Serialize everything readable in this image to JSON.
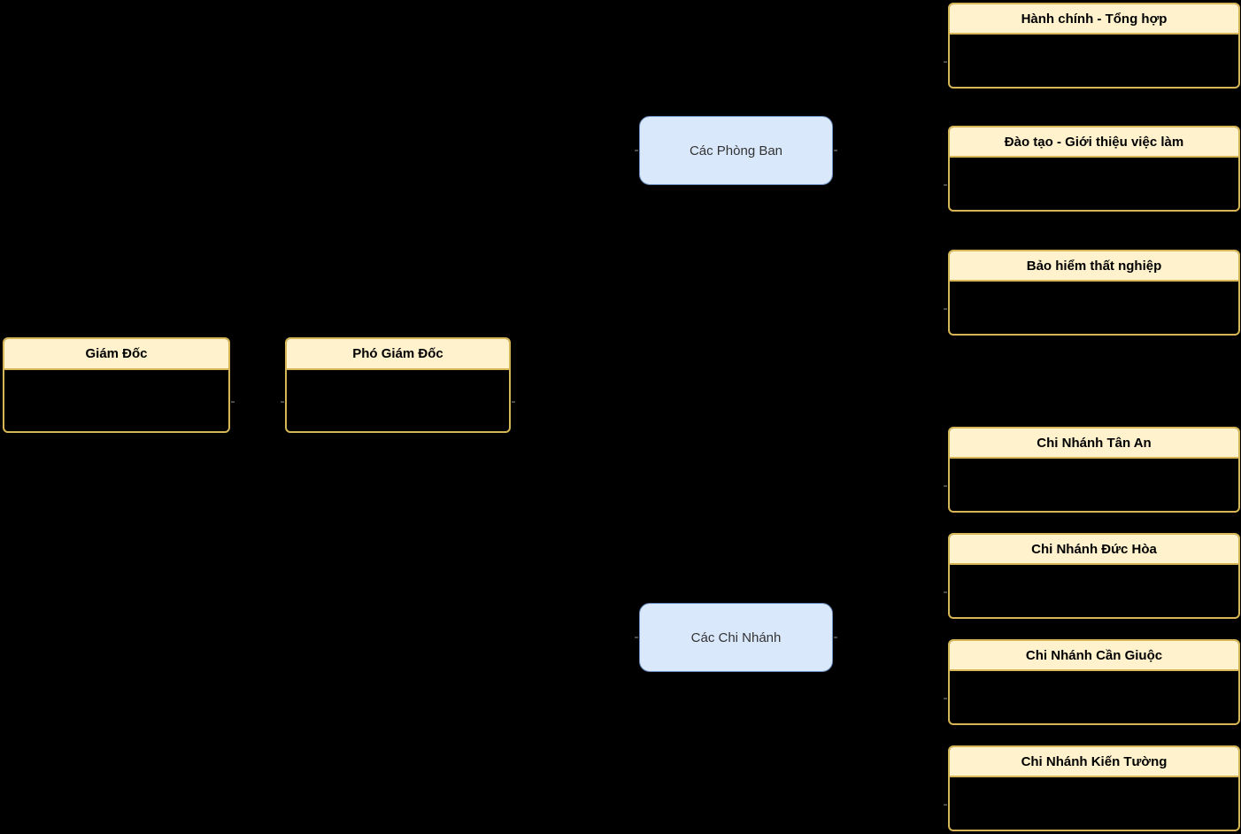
{
  "diagram": {
    "background": "#000000",
    "palette": {
      "yellow_fill": "#fff2cc",
      "yellow_border": "#d6b656",
      "blue_fill": "#dae8fc",
      "blue_border": "#6c8ebf",
      "header_text": "#000000",
      "blue_text": "#333333",
      "bg": "#000000"
    },
    "nodes": {
      "giam_doc": {
        "label": "Giám Đốc"
      },
      "pho_giam_doc": {
        "label": "Phó Giám Đốc"
      },
      "cac_phong_ban": {
        "label": "Các Phòng Ban"
      },
      "cac_chi_nhanh": {
        "label": "Các Chi Nhánh"
      },
      "hanh_chinh": {
        "label": "Hành chính - Tổng hợp"
      },
      "dao_tao": {
        "label": "Đào tạo - Giới thiệu việc làm"
      },
      "bao_hiem": {
        "label": "Bảo hiểm thất nghiệp"
      },
      "tan_an": {
        "label": "Chi Nhánh Tân An"
      },
      "duc_hoa": {
        "label": "Chi Nhánh Đức Hòa"
      },
      "can_giuoc": {
        "label": "Chi Nhánh Cần Giuộc"
      },
      "kien_tuong": {
        "label": "Chi Nhánh Kiến Tường"
      }
    }
  }
}
